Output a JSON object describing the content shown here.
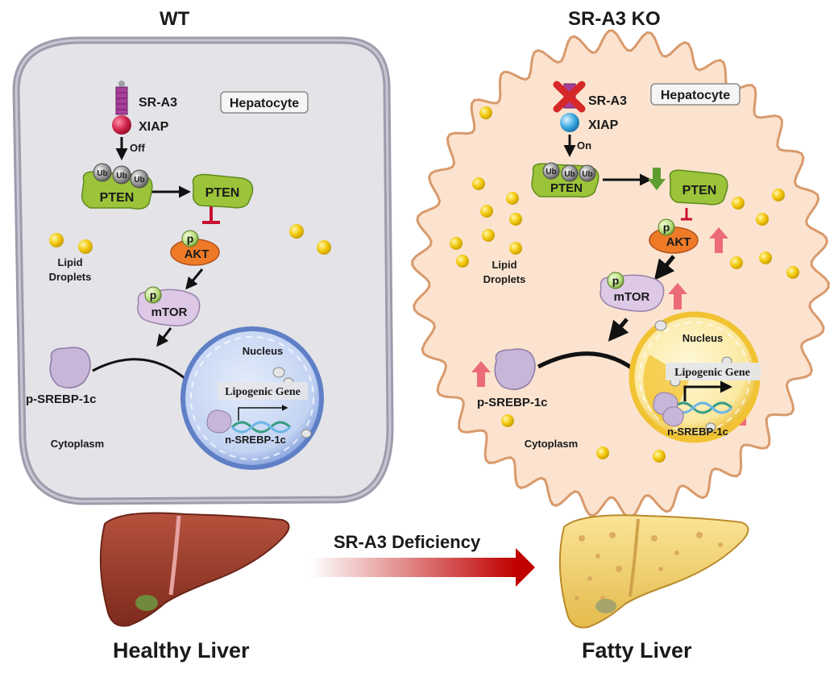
{
  "titles": {
    "wt": "WT",
    "ko": "SR-A3 KO"
  },
  "wt": {
    "cell_label": "Hepatocyte",
    "receptor": "SR-A3",
    "xiap": "XIAP",
    "switch_state": "Off",
    "ub": "Ub",
    "pten": "PTEN",
    "p": "p",
    "akt": "AKT",
    "mtor": "mTOR",
    "lipid_line1": "Lipid",
    "lipid_line2": "Droplets",
    "p_srebp": "p-SREBP-1c",
    "nucleus": "Nucleus",
    "lipogenic_gene": "Lipogenic Gene",
    "n_srebp": "n-SREBP-1c",
    "cytoplasm": "Cytoplasm"
  },
  "ko": {
    "cell_label": "Hepatocyte",
    "receptor": "SR-A3",
    "xiap": "XIAP",
    "switch_state": "On",
    "ub": "Ub",
    "pten": "PTEN",
    "p": "p",
    "akt": "AKT",
    "mtor": "mTOR",
    "lipid_line1": "Lipid",
    "lipid_line2": "Droplets",
    "p_srebp": "p-SREBP-1c",
    "nucleus": "Nucleus",
    "lipogenic_gene": "Lipogenic Gene",
    "n_srebp": "n-SREBP-1c",
    "cytoplasm": "Cytoplasm"
  },
  "bottom": {
    "healthy": "Healthy Liver",
    "transition": "SR-A3 Deficiency",
    "fatty": "Fatty Liver"
  },
  "colors": {
    "wt_cell": "#e3e3e8",
    "ko_cell": "#fbe3cf",
    "pten": "#9cc43a",
    "akt": "#ee7a27",
    "mtor": "#ddc9e6",
    "srebp": "#c7b6d8",
    "lipid": "#f2c90b",
    "up_arrow": "#ec6b78",
    "down_arrow": "#5e9e31",
    "inhibit": "#c8102e"
  }
}
